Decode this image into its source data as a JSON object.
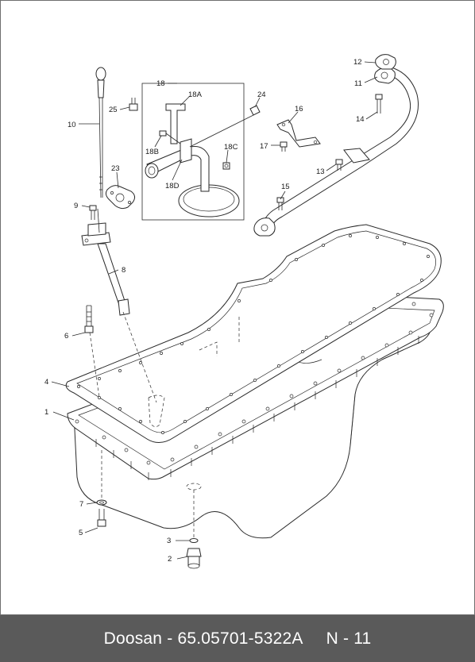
{
  "footer": {
    "brand": "Doosan",
    "part_number": "65.05701-5322A",
    "page": "N - 11"
  },
  "callouts": [
    {
      "id": "c1",
      "label": "1"
    },
    {
      "id": "c2",
      "label": "2"
    },
    {
      "id": "c3",
      "label": "3"
    },
    {
      "id": "c4",
      "label": "4"
    },
    {
      "id": "c5",
      "label": "5"
    },
    {
      "id": "c6",
      "label": "6"
    },
    {
      "id": "c7",
      "label": "7"
    },
    {
      "id": "c8",
      "label": "8"
    },
    {
      "id": "c9",
      "label": "9"
    },
    {
      "id": "c10",
      "label": "10"
    },
    {
      "id": "c11",
      "label": "11"
    },
    {
      "id": "c12",
      "label": "12"
    },
    {
      "id": "c13",
      "label": "13"
    },
    {
      "id": "c14",
      "label": "14"
    },
    {
      "id": "c15",
      "label": "15"
    },
    {
      "id": "c16",
      "label": "16"
    },
    {
      "id": "c17",
      "label": "17"
    },
    {
      "id": "c18",
      "label": "18"
    },
    {
      "id": "c18A",
      "label": "18A"
    },
    {
      "id": "c18B",
      "label": "18B"
    },
    {
      "id": "c18C",
      "label": "18C"
    },
    {
      "id": "c18D",
      "label": "18D"
    },
    {
      "id": "c23",
      "label": "23"
    },
    {
      "id": "c24",
      "label": "24"
    },
    {
      "id": "c25",
      "label": "25"
    }
  ]
}
